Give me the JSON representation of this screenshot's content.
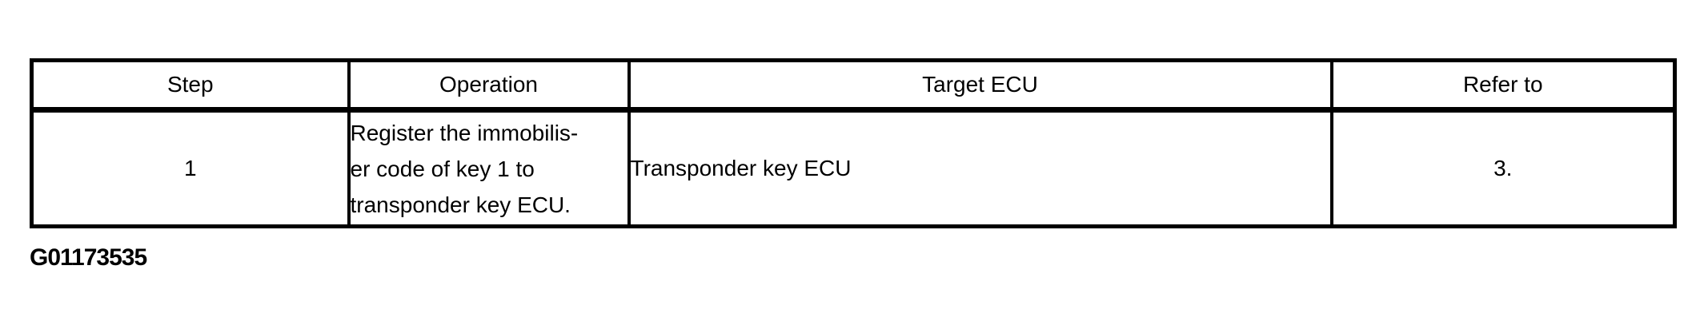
{
  "page": {
    "background": "#ffffff",
    "text_color": "#000000",
    "border_color": "#000000"
  },
  "table": {
    "headers": [
      "Step",
      "Operation",
      "Target ECU",
      "Refer to"
    ],
    "rows": [
      {
        "step": "1",
        "operation": "Register the immobilis-\ner code of key 1 to\ntransponder key ECU.",
        "target_ecu": "Transponder key ECU",
        "refer_to": "3."
      }
    ]
  },
  "caption": {
    "figure_id": "G01173535"
  }
}
